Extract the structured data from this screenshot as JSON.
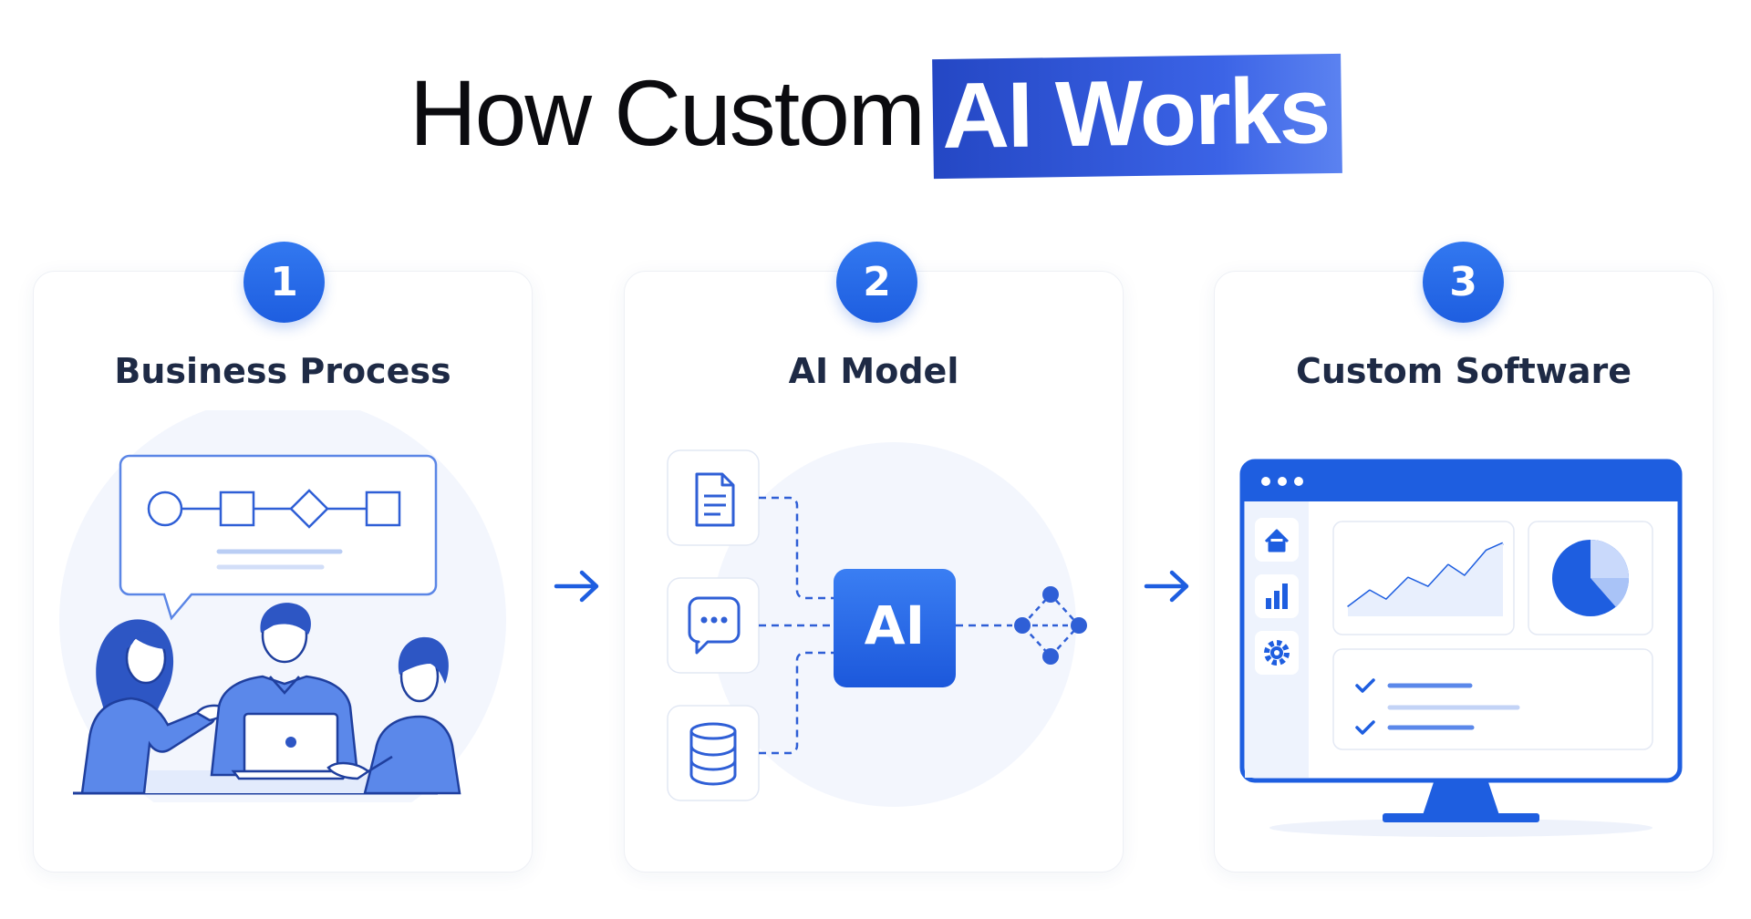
{
  "header": {
    "title_plain": "How Custom",
    "title_highlight": "AI Works"
  },
  "steps": [
    {
      "number": "1",
      "title": "Business Process"
    },
    {
      "number": "2",
      "title": "AI Model"
    },
    {
      "number": "3",
      "title": "Custom Software"
    }
  ],
  "ai_model": {
    "core_label": "AI"
  },
  "colors": {
    "accent": "#1e5ee0",
    "highlight": "#2f55d4",
    "light_blue": "#dbe6fb",
    "title_text": "#1e2a45"
  },
  "icons": {
    "step1": [
      "flowchart-bubble",
      "team-meeting-illustration",
      "laptop-icon"
    ],
    "step2": [
      "document-icon",
      "chat-icon",
      "database-icon",
      "ai-chip-icon",
      "network-nodes-icon"
    ],
    "step3": [
      "monitor-dashboard",
      "home-icon",
      "bar-chart-icon",
      "gear-icon",
      "line-chart",
      "pie-chart",
      "checkmark-icon"
    ]
  }
}
